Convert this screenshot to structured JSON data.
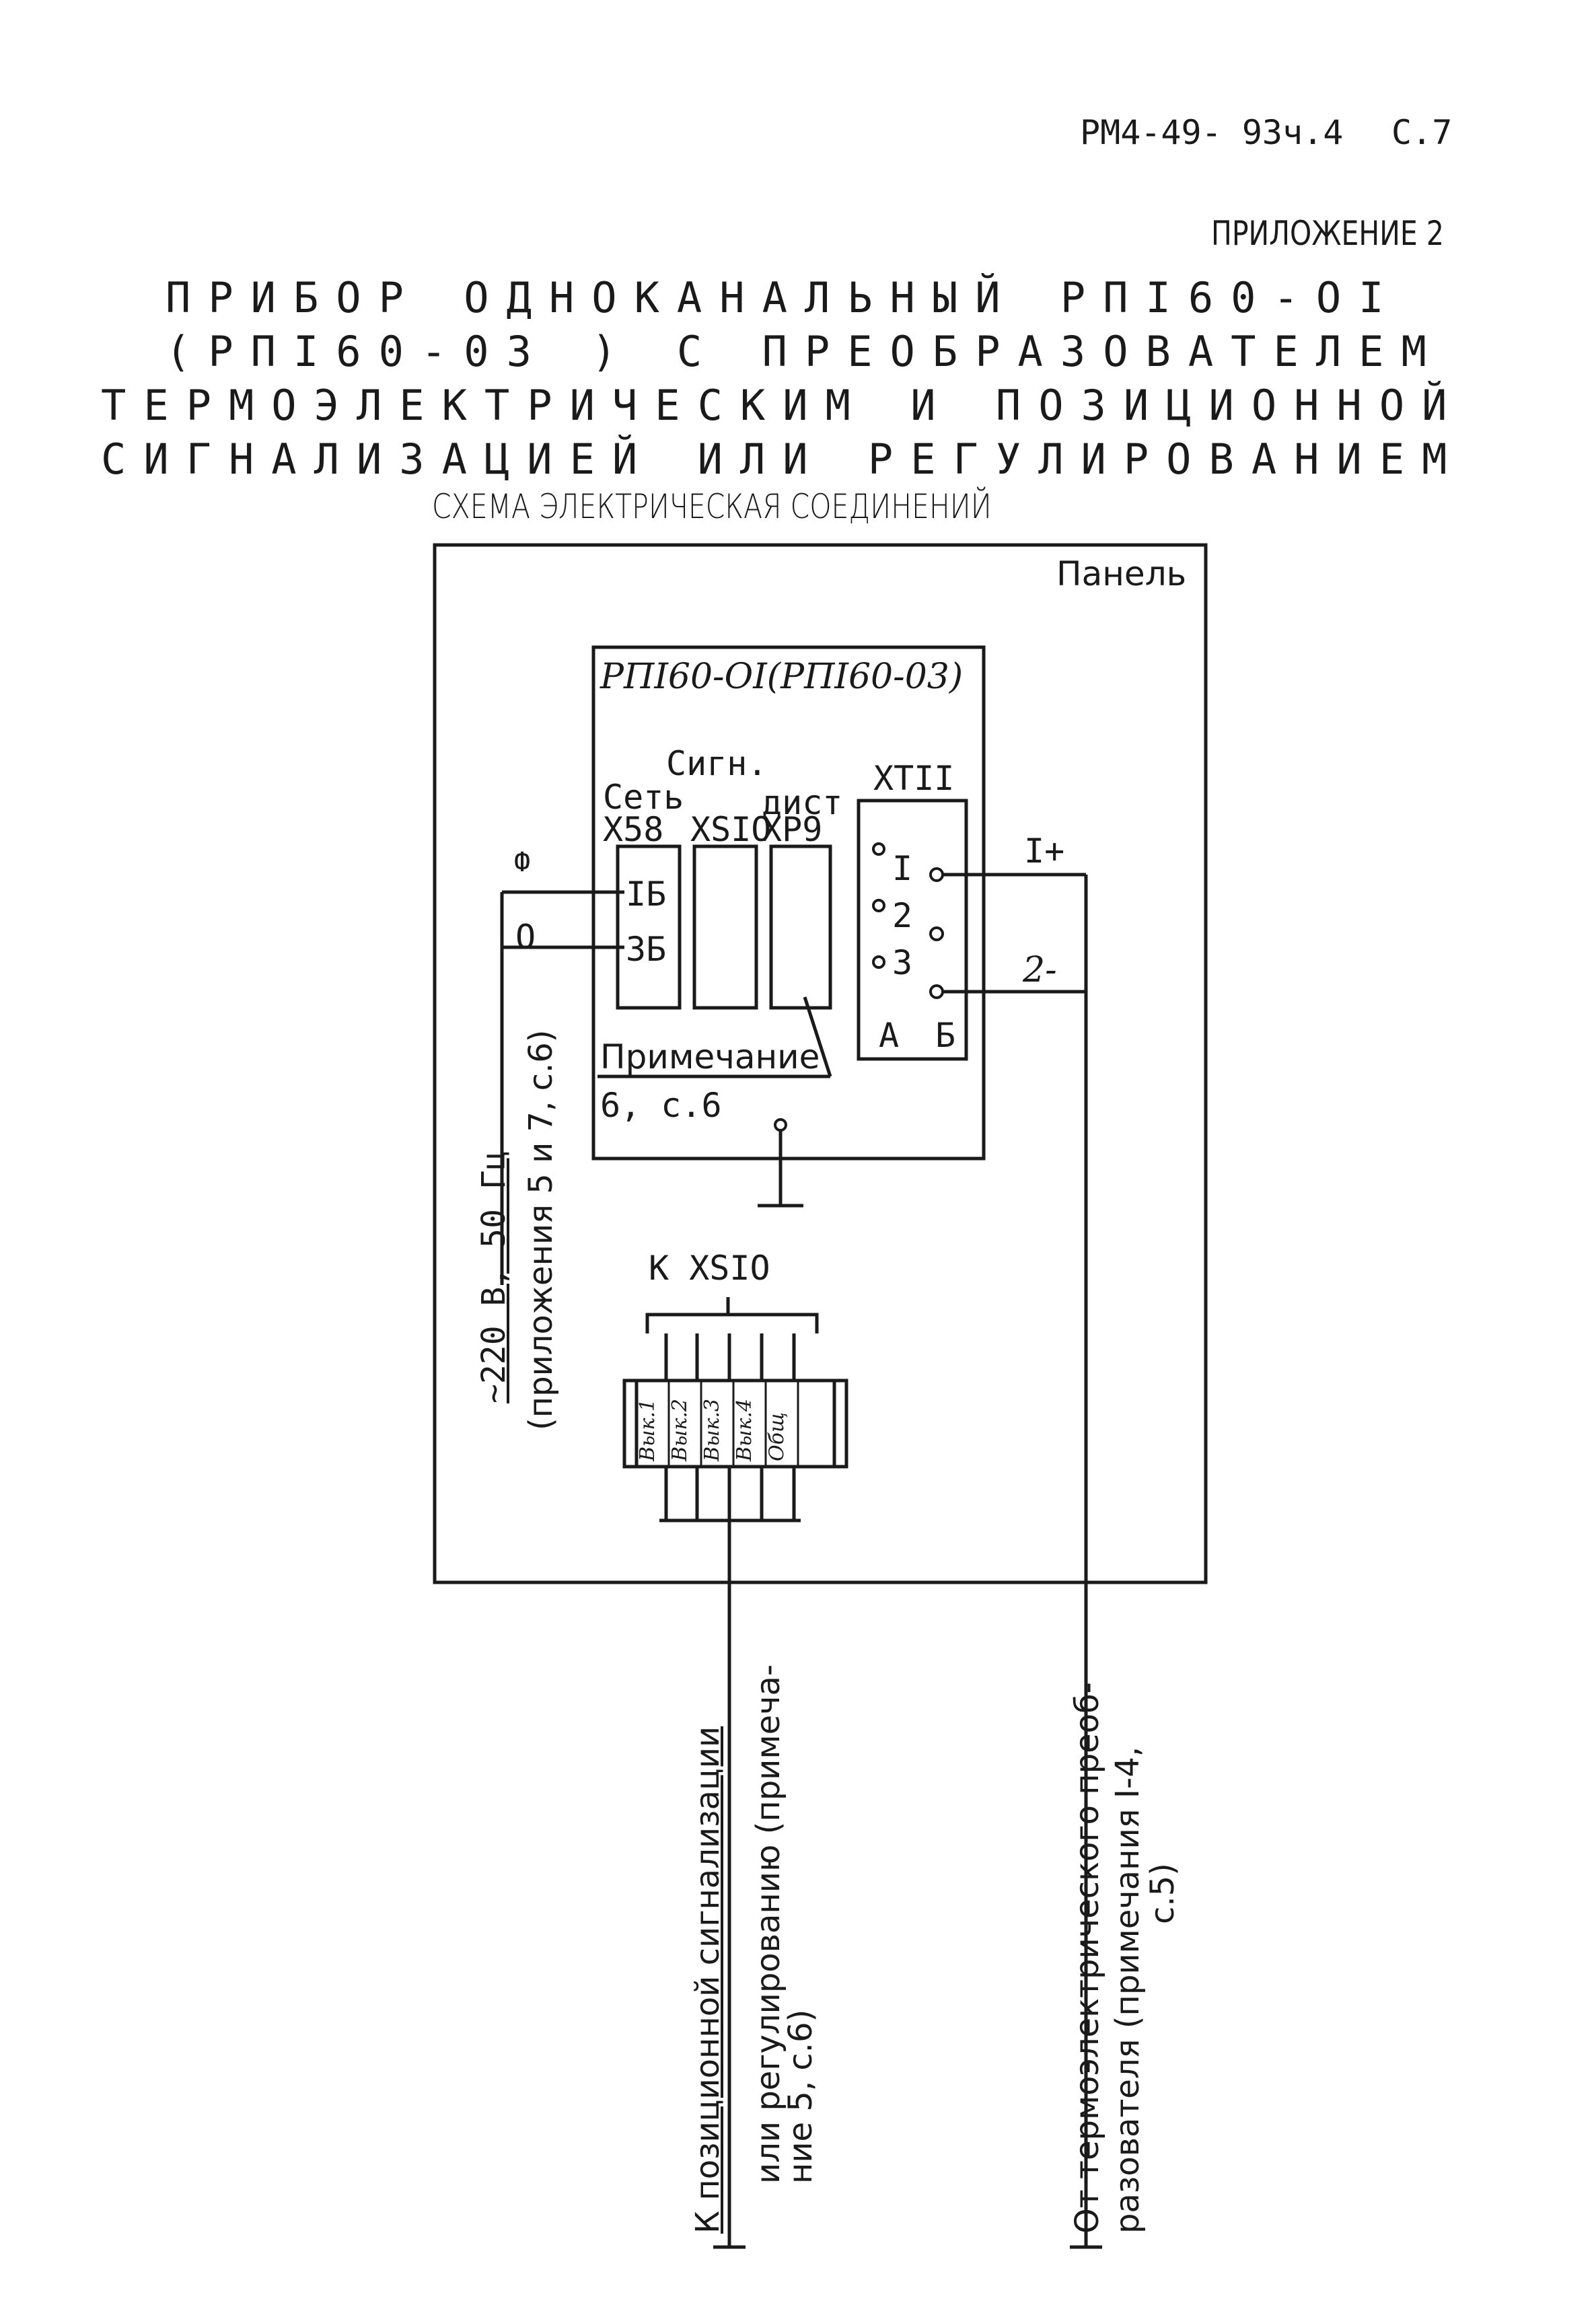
{
  "header": {
    "doc_code": "РМ4-49- 93ч.4",
    "page": "С.7",
    "appendix": "ПРИЛОЖЕНИЕ 2"
  },
  "title": {
    "line1": "ПРИБОР ОДНОКАНАЛЬНЫЙ РПI60-OI",
    "line2": "(РПI60-03 ) С ПРЕОБРАЗОВАТЕЛЕМ",
    "line3": "ТЕРМОЭЛЕКТРИЧЕСКИМ И ПОЗИЦИОННОЙ",
    "line4": "СИГНАЛИЗАЦИЕЙ ИЛИ РЕГУЛИРОВАНИЕМ",
    "subtitle": "СХЕМА ЭЛЕКТРИЧЕСКАЯ СОЕДИНЕНИЙ"
  },
  "diagram": {
    "panel_label": "Панель",
    "device_label": "РПI60-OI(РПI60-03)",
    "signal_label": "Сигн.",
    "connectors": {
      "network_label": "Сеть",
      "network_id": "X58",
      "signal_id": "XSIO",
      "remote_label": "дист",
      "remote_id": "XP9",
      "terminal_id": "XTII"
    },
    "network_pins": [
      "IБ",
      "3Б"
    ],
    "phase_label": "Ф",
    "zero_label": "O",
    "terminal_pins": [
      "I",
      "2",
      "3"
    ],
    "terminal_columns": [
      "А",
      "Б"
    ],
    "wire_plus": "I+",
    "wire_minus": "2-",
    "note_label": "Примечание",
    "note_ref": "6, с.6",
    "power_label": "~220 В, 50 Гц",
    "power_note": "(приложения 5 и 7, с.6)",
    "xsio_ref": "К XSIO",
    "terminal_block": [
      "Вык.1",
      "Вык.2",
      "Вык.3",
      "Вык.4",
      "Общ"
    ],
    "bottom_left": {
      "line1": "К позиционной сигнализации",
      "line2": "или регулированию (примеча-",
      "line3": "ние 5, с.6)"
    },
    "bottom_right": {
      "line1": "От термоэлектрического преоб-",
      "line2": "разователя (примечания I-4,",
      "line3": "с.5)"
    }
  }
}
